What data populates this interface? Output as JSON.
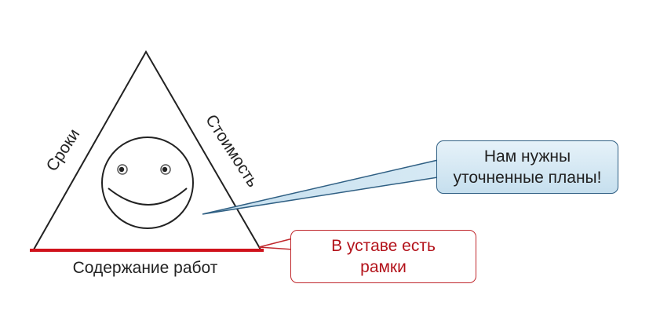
{
  "triangle": {
    "left_side_label": "Сроки",
    "right_side_label": "Стоимость",
    "base_label": "Содержание работ"
  },
  "callouts": {
    "blue": {
      "line1": "Нам нужны",
      "line2": "уточненные планы!"
    },
    "red": {
      "line1": "В уставе есть",
      "line2": "рамки"
    }
  },
  "colors": {
    "outline": "#222222",
    "base_highlight": "#d0121b",
    "blue_callout_border": "#2f5f83",
    "blue_callout_fill": "#d3e8f3",
    "red_callout_border": "#c0282d",
    "red_callout_text": "#b3131b"
  },
  "icons": {
    "face": "smiley-face-icon"
  }
}
